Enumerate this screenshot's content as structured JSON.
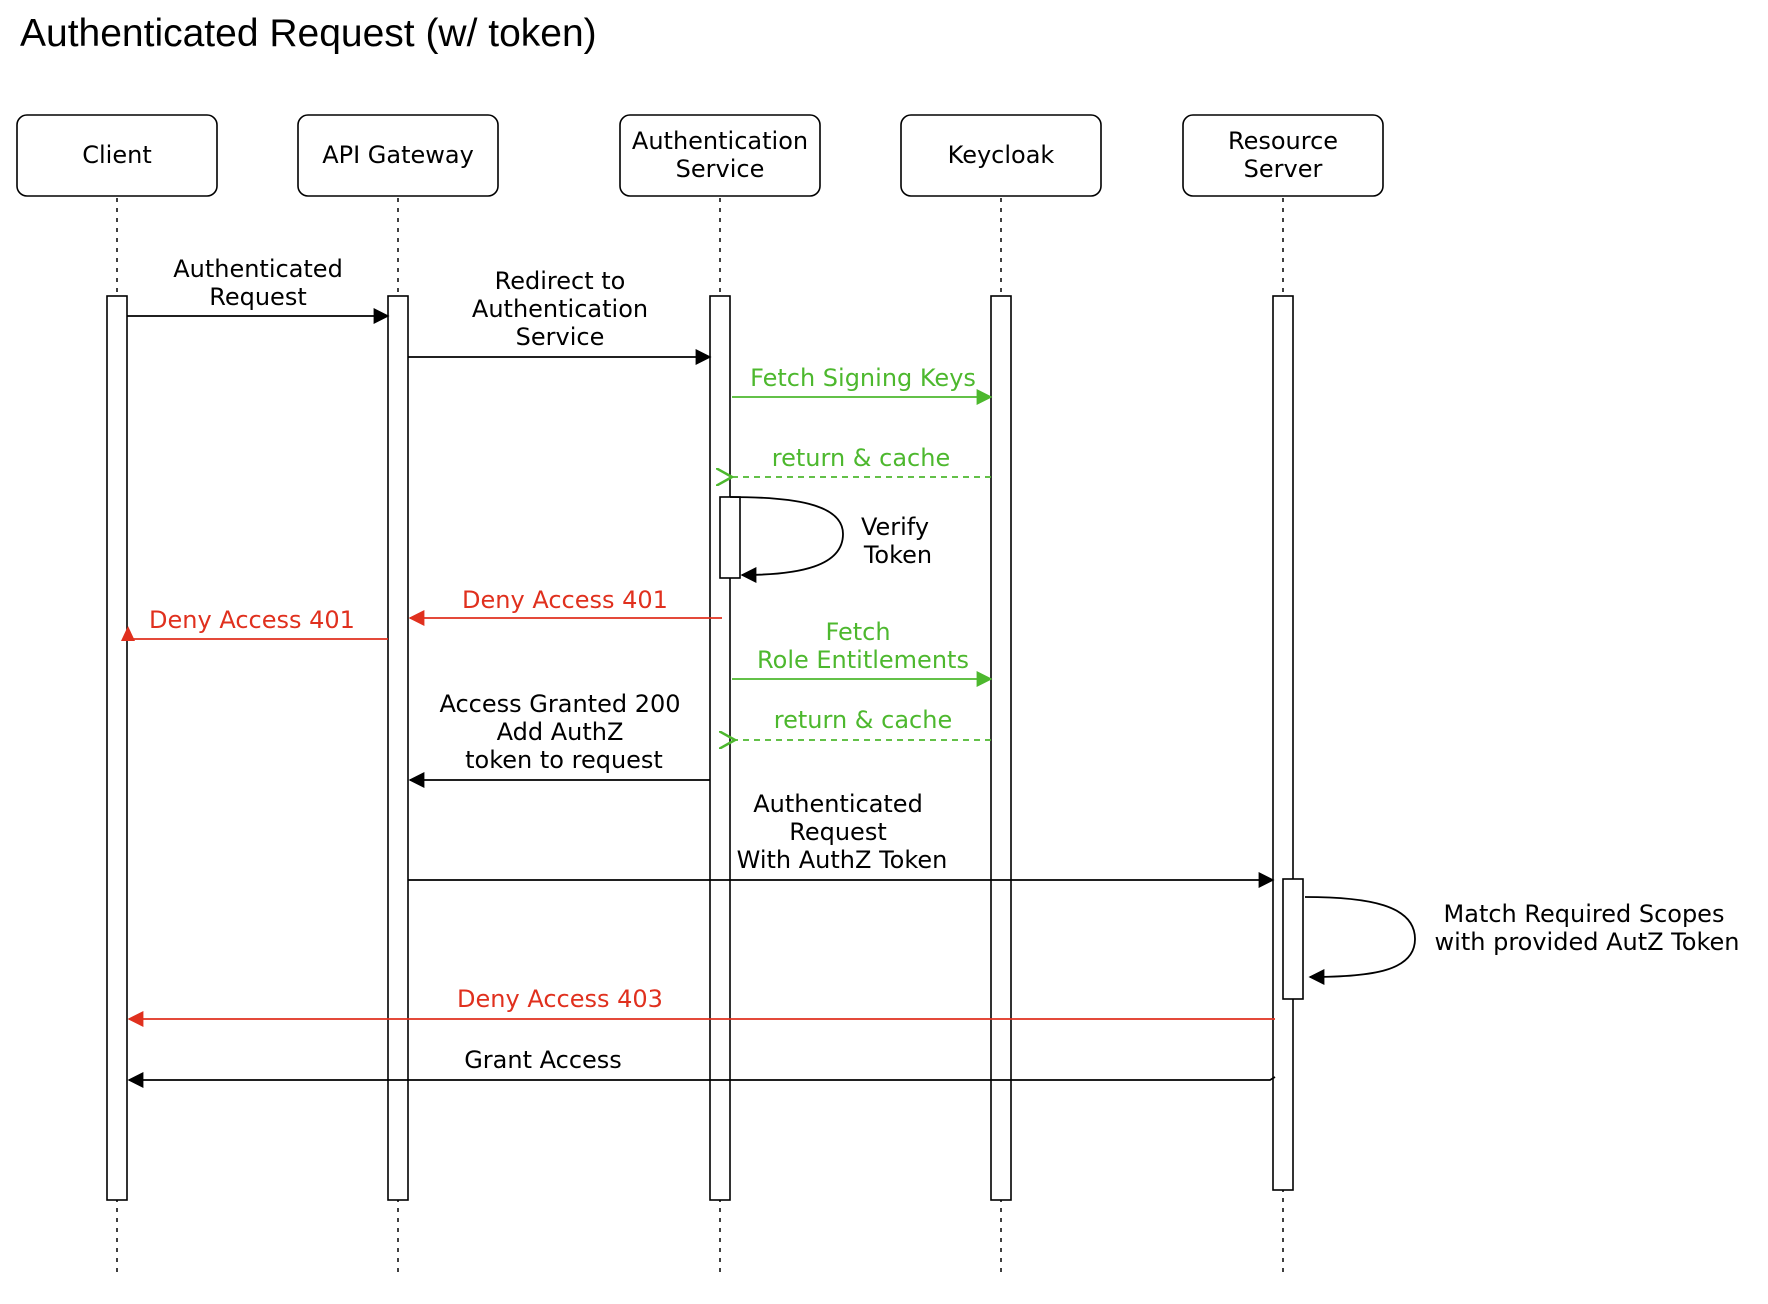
{
  "title": "Authenticated Request (w/ token)",
  "colors": {
    "black": "#000000",
    "green": "#4DB82E",
    "red": "#E0301E"
  },
  "participants": [
    {
      "id": "client",
      "lines": [
        "Client"
      ]
    },
    {
      "id": "gateway",
      "lines": [
        "API Gateway"
      ]
    },
    {
      "id": "auth",
      "lines": [
        "Authentication",
        "Service"
      ]
    },
    {
      "id": "keycloak",
      "lines": [
        "Keycloak"
      ]
    },
    {
      "id": "resource",
      "lines": [
        "Resource",
        "Server"
      ]
    }
  ],
  "messages": [
    {
      "id": "authenticated-request",
      "from": "client",
      "to": "gateway",
      "style": "solid",
      "color": "black",
      "lines": [
        "Authenticated",
        "Request"
      ]
    },
    {
      "id": "redirect-to-auth",
      "from": "gateway",
      "to": "auth",
      "style": "solid",
      "color": "black",
      "lines": [
        "Redirect to",
        "Authentication",
        "Service"
      ]
    },
    {
      "id": "fetch-signing-keys",
      "from": "auth",
      "to": "keycloak",
      "style": "solid",
      "color": "green",
      "lines": [
        "Fetch Signing Keys"
      ]
    },
    {
      "id": "return-cache-keys",
      "from": "keycloak",
      "to": "auth",
      "style": "dashed",
      "color": "green",
      "lines": [
        "return & cache"
      ]
    },
    {
      "id": "verify-token",
      "from": "auth",
      "to": "auth",
      "style": "self",
      "color": "black",
      "lines": [
        "Verify",
        "Token"
      ]
    },
    {
      "id": "deny-access-401-gateway",
      "from": "auth",
      "to": "gateway",
      "style": "solid",
      "color": "red",
      "lines": [
        "Deny Access 401"
      ]
    },
    {
      "id": "deny-access-401-client",
      "from": "gateway",
      "to": "client",
      "style": "solid",
      "color": "red",
      "lines": [
        "Deny Access 401"
      ]
    },
    {
      "id": "fetch-role-entitlements",
      "from": "auth",
      "to": "keycloak",
      "style": "solid",
      "color": "green",
      "lines": [
        "Fetch",
        "Role Entitlements"
      ]
    },
    {
      "id": "return-cache-roles",
      "from": "keycloak",
      "to": "auth",
      "style": "dashed",
      "color": "green",
      "lines": [
        "return & cache"
      ]
    },
    {
      "id": "access-granted-200",
      "from": "auth",
      "to": "gateway",
      "style": "solid",
      "color": "black",
      "lines": [
        "Access Granted 200",
        "Add AuthZ",
        "token to request"
      ]
    },
    {
      "id": "authenticated-request-authz",
      "from": "gateway",
      "to": "resource",
      "style": "solid",
      "color": "black",
      "lines": [
        "Authenticated",
        "Request",
        "With AuthZ Token"
      ]
    },
    {
      "id": "match-required-scopes",
      "from": "resource",
      "to": "resource",
      "style": "self",
      "color": "black",
      "lines": [
        "Match Required Scopes",
        "with provided AutZ Token"
      ]
    },
    {
      "id": "deny-access-403",
      "from": "resource",
      "to": "client",
      "style": "solid",
      "color": "red",
      "lines": [
        "Deny Access 403"
      ]
    },
    {
      "id": "grant-access",
      "from": "resource",
      "to": "client",
      "style": "solid",
      "color": "black",
      "lines": [
        "Grant Access"
      ]
    }
  ]
}
